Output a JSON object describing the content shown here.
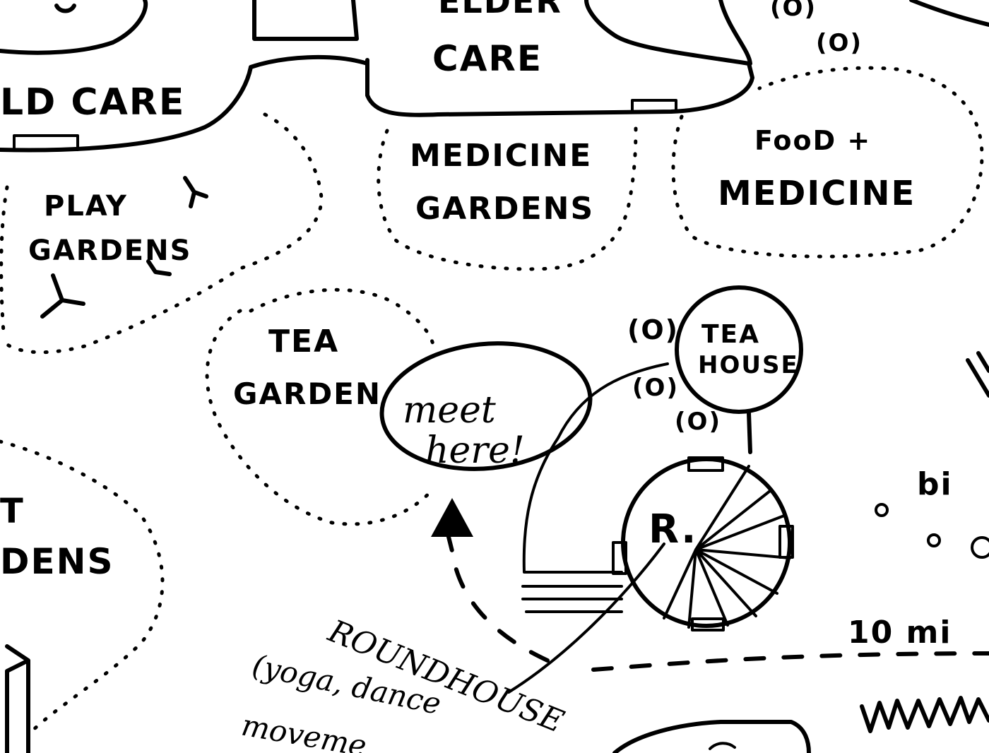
{
  "labels": {
    "child_care": "LD CARE",
    "elder_care_1": "ELDER",
    "elder_care_2": "CARE",
    "medicine_gardens_1": "MEDICINE",
    "medicine_gardens_2": "GARDENS",
    "food_medicine_1": "FooD +",
    "food_medicine_2": "MEDICINE",
    "play_gardens_1": "PLAY",
    "play_gardens_2": "GARDENS",
    "tea_garden_1": "TEA",
    "tea_garden_2": "GARDEN",
    "meet_here_1": "meet",
    "meet_here_2": "here!",
    "tea_house_1": "TEA",
    "tea_house_2": "HOUSE",
    "roundhouse_marker": "R.",
    "left_gardens_1": "T",
    "left_gardens_2": "DENS",
    "roundhouse_1": "ROUNDHOUSE",
    "roundhouse_2": "(yoga, dance",
    "roundhouse_3": "moveme",
    "distance": "10 mi",
    "big": "bi",
    "people_icon": "(O)"
  },
  "icons": [
    "tree-icon",
    "person-icon",
    "arrow-up-icon",
    "grass-icon"
  ]
}
